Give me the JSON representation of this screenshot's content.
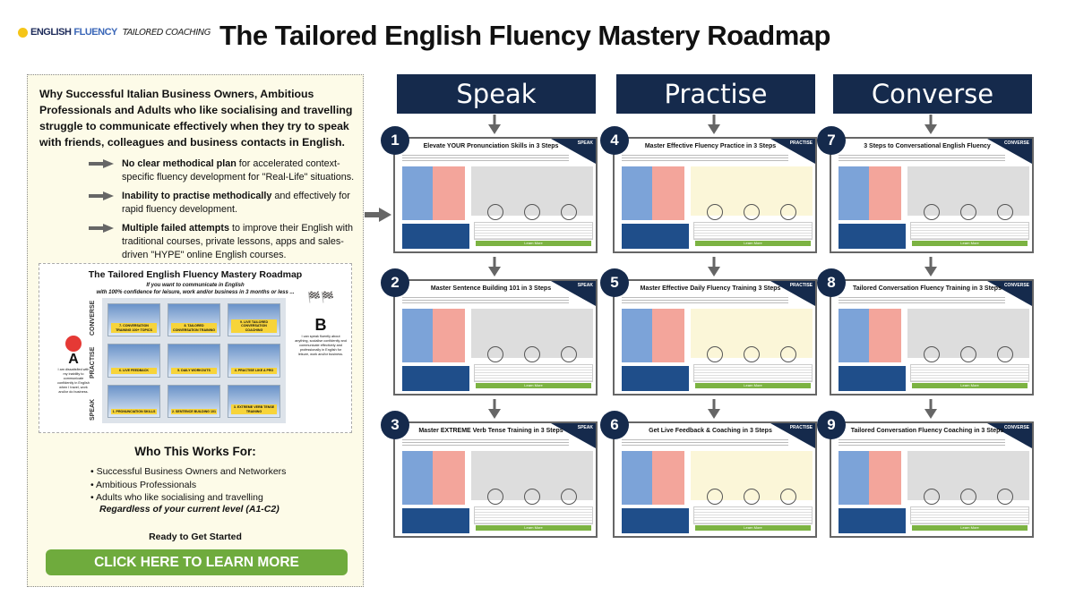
{
  "logo": {
    "part1": "ENGLISH",
    "part2": "FLUENCY",
    "part3": "TAILORED COACHING"
  },
  "title": "The Tailored English Fluency Mastery Roadmap",
  "left": {
    "why": "Why Successful Italian Business Owners, Ambitious Professionals and Adults who like socialising and travelling struggle to communicate effectively when they try to speak with friends, colleagues and business contacts in English.",
    "points": [
      {
        "bold": "No clear methodical plan",
        "rest": " for accelerated context-specific fluency development for \"Real-Life\" situations."
      },
      {
        "bold": "Inability to practise methodically",
        "rest": " and effectively for rapid fluency development."
      },
      {
        "bold": "Multiple failed attempts",
        "rest": " to improve their English with traditional courses, private lessons, apps and sales-driven \"HYPE\" online English courses."
      }
    ],
    "mini": {
      "title": "The Tailored English Fluency Mastery Roadmap",
      "sub1": "If you want to communicate in English",
      "sub2": "with 100% confidence for leisure, work and/or business in 3 months or less ...",
      "rows": [
        "CONVERSE",
        "PRACTISE",
        "SPEAK"
      ],
      "tiles": [
        "7. CONVERSATION TRAINING 100+ TOPICS",
        "8. TAILORED CONVERSATION TRAINING",
        "9. LIVE TAILORED CONVERSATION COACHING",
        "6. LIVE FEEDBACK",
        "5. DAILY WORKOUTS",
        "4. PRACTISE LIKE A PRO",
        "1. PRONUNCIATION SKILLS",
        "2. SENTENCE BUILDING 101",
        "3. EXTREME VERB TENSE TRAINING"
      ],
      "a_label": "A",
      "a_text": "I am dissatisfied with my inability to communicate confidently in English when I travel, work and/or do business.",
      "b_label": "B",
      "b_text": "I can speak fluently about anything, socialise confidently and communicate effectively and professionally in English for leisure, work and/or business."
    },
    "who_title": "Who This Works For:",
    "who": [
      "Successful Business Owners and Networkers",
      "Ambitious Professionals",
      "Adults who like socialising and travelling"
    ],
    "regardless": "Regardless of your current level (A1-C2)",
    "ready": "Ready to Get Started",
    "cta": "CLICK HERE TO LEARN MORE"
  },
  "columns": [
    {
      "label": "Speak",
      "tag": "SPEAK",
      "cards": [
        {
          "n": "1",
          "title": "Elevate YOUR Pronunciation Skills in 3 Steps"
        },
        {
          "n": "2",
          "title": "Master Sentence Building 101 in 3 Steps"
        },
        {
          "n": "3",
          "title": "Master EXTREME Verb Tense Training in 3 Steps"
        }
      ]
    },
    {
      "label": "Practise",
      "tag": "PRACTISE",
      "cards": [
        {
          "n": "4",
          "title": "Master Effective Fluency Practice in 3 Steps"
        },
        {
          "n": "5",
          "title": "Master Effective Daily Fluency Training 3 Steps"
        },
        {
          "n": "6",
          "title": "Get Live Feedback & Coaching in 3 Steps"
        }
      ]
    },
    {
      "label": "Converse",
      "tag": "CONVERSE",
      "cards": [
        {
          "n": "7",
          "title": "3 Steps to Conversational English Fluency"
        },
        {
          "n": "8",
          "title": "Tailored Conversation Fluency Training in 3 Steps"
        },
        {
          "n": "9",
          "title": "Tailored Conversation Fluency Coaching in 3 Steps"
        }
      ]
    }
  ],
  "card_button": "Learn More"
}
